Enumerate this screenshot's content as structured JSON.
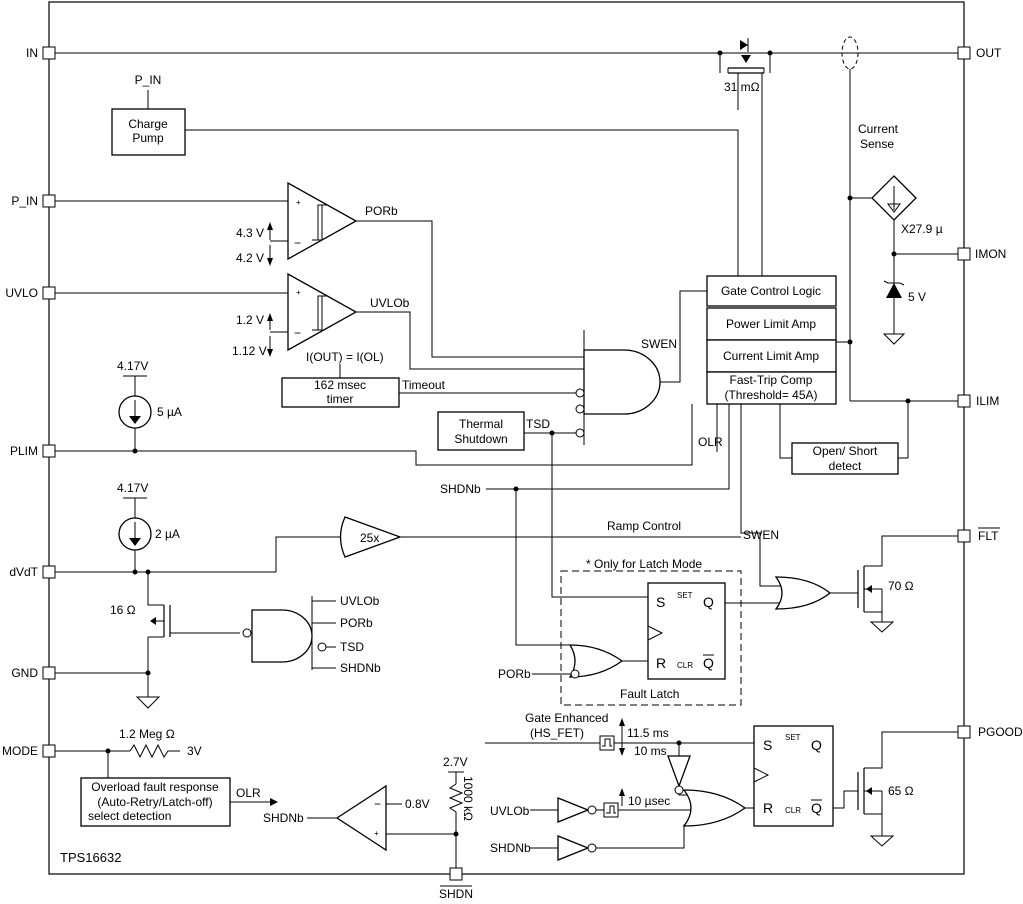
{
  "chip_name": "TPS16632",
  "pins": {
    "in": "IN",
    "out": "OUT",
    "p_in": "P_IN",
    "uvlo": "UVLO",
    "plim": "PLIM",
    "dvdt": "dVdT",
    "gnd": "GND",
    "mode": "MODE",
    "imon": "IMON",
    "ilim": "ILIM",
    "flt": "FLT",
    "pgood": "PGOOD",
    "shdn": "SHDN"
  },
  "blocks": {
    "charge_pump": [
      "Charge",
      "Pump"
    ],
    "gate_control": "Gate Control Logic",
    "power_limit": "Power Limit Amp",
    "current_limit": "Current Limit Amp",
    "fast_trip": [
      "Fast-Trip Comp",
      "(Threshold= 45A)"
    ],
    "timer": [
      "162 msec",
      "timer"
    ],
    "thermal": [
      "Thermal",
      "Shutdown"
    ],
    "open_short": [
      "Open/ Short",
      "detect"
    ],
    "overload": [
      "Overload fault response",
      "(Auto-Retry/Latch-off)",
      "select detection"
    ],
    "fault_latch": "Fault Latch",
    "latch_note": "* Only for Latch Mode",
    "amp_gain": "25x"
  },
  "labels": {
    "p_in_top": "P_IN",
    "fet_res": "31 mΩ",
    "current_sense": [
      "Current",
      "Sense"
    ],
    "imon_gain": "X27.9 µ",
    "zener": "5 V",
    "porb": "PORb",
    "uvlob": "UVLOb",
    "v43": "4.3 V",
    "v42": "4.2 V",
    "v12": "1.2 V",
    "v112": "1.12 V",
    "iout_eq": "I(OUT) = I(OL)",
    "timeout": "Timeout",
    "swen": "SWEN",
    "tsd": "TSD",
    "olr": "OLR",
    "shdnb": "SHDNb",
    "v417a": "4.17V",
    "i5": "5 µA",
    "v417b": "4.17V",
    "i2": "2 µA",
    "ramp": "Ramp Control",
    "swen2": "SWEN",
    "r16": "16 Ω",
    "nand_in": [
      "UVLOb",
      "PORb",
      "TSD",
      "SHDNb"
    ],
    "r70": "70 Ω",
    "r65": "65 Ω",
    "ff_s": "S",
    "ff_set": "SET",
    "ff_q": "Q",
    "ff_r": "R",
    "ff_clr": "CLR",
    "ff_qb": "Q",
    "porb_latch": "PORb",
    "r12meg": "1.2 Meg Ω",
    "v3": "3V",
    "olr2": "OLR",
    "shdnb2": "SHDNb",
    "v08": "0.8V",
    "v27": "2.7V",
    "r1000k": "1000 kΩ",
    "gate_enh": [
      "Gate Enhanced",
      "(HS_FET)"
    ],
    "t115": "11.5 ms",
    "t10ms": "10 ms",
    "t10us": "10 µsec",
    "uvlob2": "UVLOb",
    "shdnb3": "SHDNb"
  }
}
